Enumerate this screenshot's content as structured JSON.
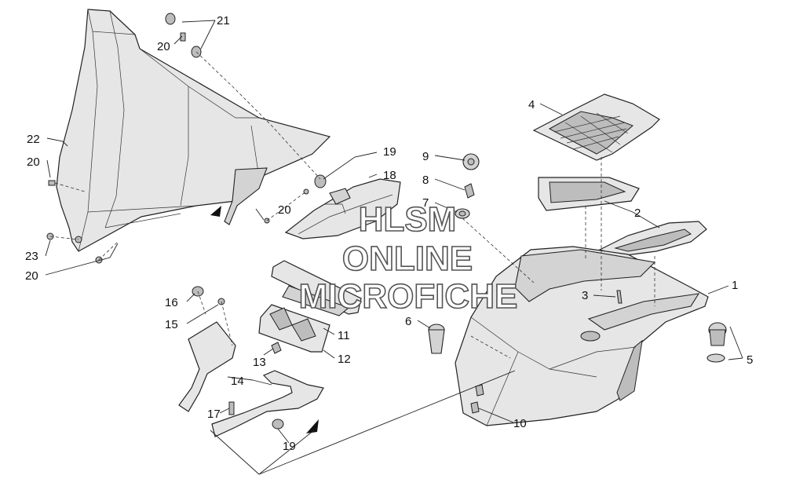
{
  "watermark": {
    "line1": "HLSM",
    "line2": "ONLINE",
    "line3": "MICROFICHE"
  },
  "callouts": [
    {
      "id": "c21",
      "text": "21"
    },
    {
      "id": "c20a",
      "text": "20"
    },
    {
      "id": "c22",
      "text": "22"
    },
    {
      "id": "c20b",
      "text": "20"
    },
    {
      "id": "c23",
      "text": "23"
    },
    {
      "id": "c20c",
      "text": "20"
    },
    {
      "id": "c20d",
      "text": "20"
    },
    {
      "id": "c19a",
      "text": "19"
    },
    {
      "id": "c18",
      "text": "18"
    },
    {
      "id": "c9",
      "text": "9"
    },
    {
      "id": "c8",
      "text": "8"
    },
    {
      "id": "c7",
      "text": "7"
    },
    {
      "id": "c4",
      "text": "4"
    },
    {
      "id": "c2",
      "text": "2"
    },
    {
      "id": "c1",
      "text": "1"
    },
    {
      "id": "c3",
      "text": "3"
    },
    {
      "id": "c5",
      "text": "5"
    },
    {
      "id": "c6",
      "text": "6"
    },
    {
      "id": "c10",
      "text": "10"
    },
    {
      "id": "c11",
      "text": "11"
    },
    {
      "id": "c12",
      "text": "12"
    },
    {
      "id": "c13",
      "text": "13"
    },
    {
      "id": "c16",
      "text": "16"
    },
    {
      "id": "c15",
      "text": "15"
    },
    {
      "id": "c14",
      "text": "14"
    },
    {
      "id": "c17",
      "text": "17"
    },
    {
      "id": "c19b",
      "text": "19"
    }
  ]
}
